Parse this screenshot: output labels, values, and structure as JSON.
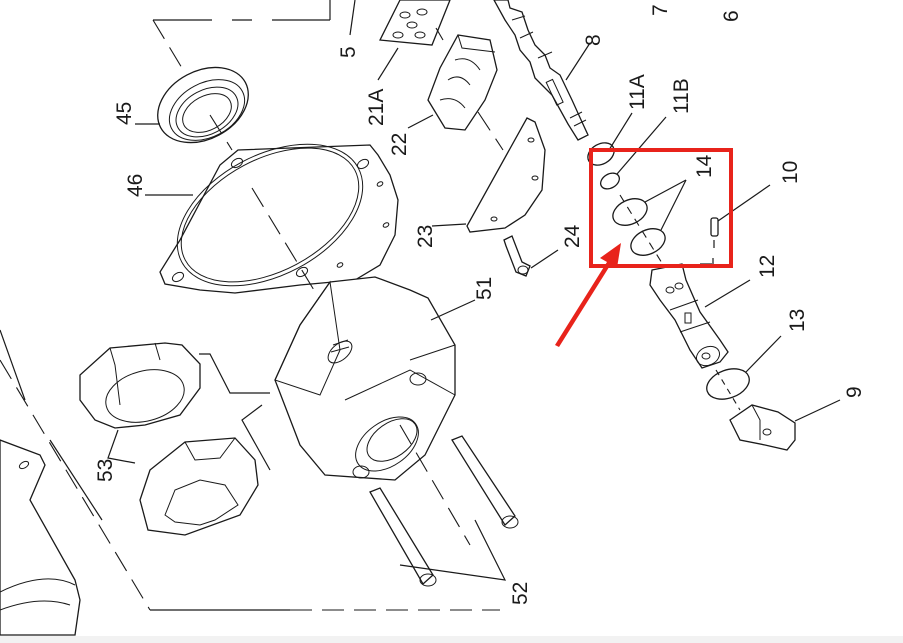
{
  "diagram": {
    "type": "exploded-parts-view",
    "background": "#ffffff",
    "line_color": "#1a1a1a",
    "part_labels": [
      {
        "id": "5",
        "text": "5"
      },
      {
        "id": "6",
        "text": "6"
      },
      {
        "id": "7",
        "text": "7"
      },
      {
        "id": "8",
        "text": "8"
      },
      {
        "id": "9",
        "text": "9"
      },
      {
        "id": "10",
        "text": "10"
      },
      {
        "id": "11A",
        "text": "11A"
      },
      {
        "id": "11B",
        "text": "11B"
      },
      {
        "id": "12",
        "text": "12"
      },
      {
        "id": "13",
        "text": "13"
      },
      {
        "id": "14",
        "text": "14"
      },
      {
        "id": "21A",
        "text": "21A"
      },
      {
        "id": "22",
        "text": "22"
      },
      {
        "id": "23",
        "text": "23"
      },
      {
        "id": "24",
        "text": "24"
      },
      {
        "id": "45",
        "text": "45"
      },
      {
        "id": "46",
        "text": "46"
      },
      {
        "id": "51",
        "text": "51"
      },
      {
        "id": "52",
        "text": "52"
      },
      {
        "id": "53",
        "text": "53"
      }
    ],
    "highlight": {
      "color": "#e8231b",
      "target_label": "14",
      "description": "Red box around O-rings part 14 and pin part 10, with red arrow pointing to lower O-ring"
    }
  }
}
